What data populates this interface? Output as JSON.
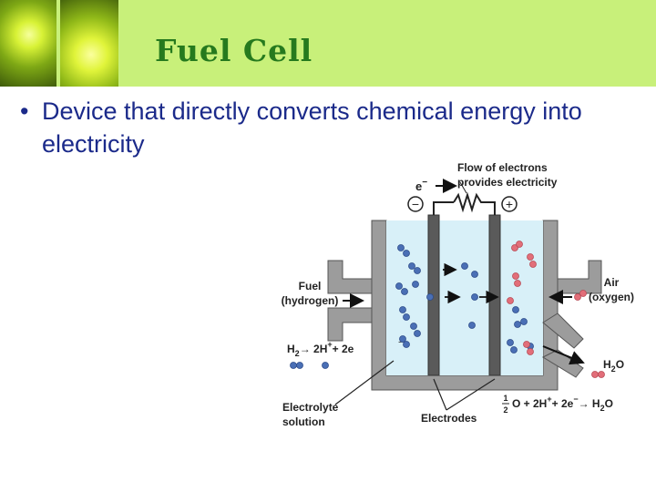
{
  "slide": {
    "title": "Fuel Cell",
    "bullet_symbol": "•",
    "bullet_text": "Device that directly converts chemical energy into electricity"
  },
  "diagram": {
    "flow_label_line1": "Flow of electrons",
    "flow_label_line2": "provides electricity",
    "electron": "e",
    "electron_sup": "−",
    "minus_terminal": "−",
    "plus_terminal": "+",
    "fuel_label_line1": "Fuel",
    "fuel_label_line2": "(hydrogen)",
    "air_label_line1": "Air",
    "air_label_line2": "(oxygen)",
    "h2o_label": "H",
    "h2o_sub": "2",
    "h2o_tail": "O",
    "eq1_prefix": "H",
    "eq1_sub": "2",
    "eq1_rest": "→ 2H",
    "eq1_sup": "+",
    "eq1_end": "+ 2e",
    "eq1_minus": "−",
    "electrolyte_line1": "Electrolyte",
    "electrolyte_line2": "solution",
    "electrodes_label": "Electrodes",
    "eq2_num": "1",
    "eq2_den": "2",
    "eq2_mid": "O + 2H",
    "eq2_sup": "+",
    "eq2_e": "+ 2e",
    "eq2_esup": "−",
    "eq2_arrow": "→ H",
    "eq2_sub": "2",
    "eq2_end": "O",
    "colors": {
      "hydrogen": "#4a6fb5",
      "oxygen": "#e26e79",
      "electrolyte": "#d8f0f8",
      "cell_wall": "#9c9c9c",
      "electrode": "#5a5a5a",
      "title": "#267a1e",
      "bullet": "#1b2a8a",
      "header": "#c8f07a"
    }
  }
}
